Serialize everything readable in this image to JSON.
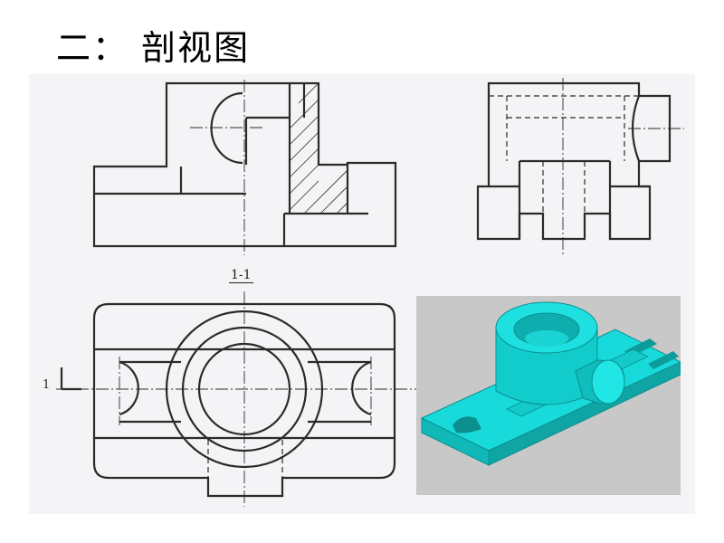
{
  "title": "二： 剖视图",
  "drawing": {
    "section_label": "1-1",
    "cut_label": "1"
  },
  "render": {
    "background_color": "#c8c8c8",
    "part_color": "#15d4d4"
  },
  "colors": {
    "slide_bg": "#ffffff",
    "scan_bg": "#f4f4f6",
    "line": "#2a2a2a"
  }
}
